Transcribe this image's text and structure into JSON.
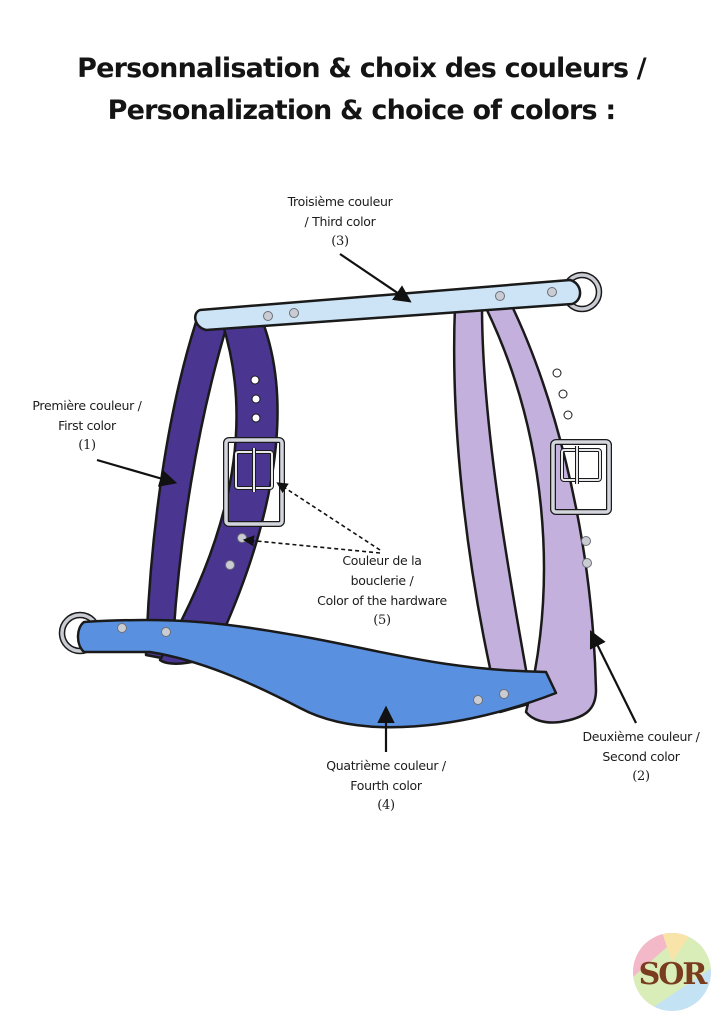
{
  "title": {
    "line1": "Personnalisation & choix des couleurs /",
    "line2": "Personalization & choice of colors :"
  },
  "labels": {
    "third": {
      "fr": "Troisième couleur",
      "en": "/ Third color",
      "num": "(3)"
    },
    "first": {
      "fr": "Première couleur /",
      "en": "First color",
      "num": "(1)"
    },
    "hardware": {
      "fr": "Couleur de la",
      "fr2": "bouclerie /",
      "en": "Color of the hardware",
      "num": "(5)"
    },
    "second": {
      "fr": "Deuxième couleur /",
      "en": "Second color",
      "num": "(2)"
    },
    "fourth": {
      "fr": "Quatrième couleur /",
      "en": "Fourth color",
      "num": "(4)"
    }
  },
  "colors": {
    "first": "#4a3590",
    "second": "#c4b0dc",
    "third": "#cde4f6",
    "fourth": "#5a90e0",
    "hardware": "#c9ccd3",
    "outline": "#1a1a1a"
  },
  "logo": {
    "text": "SOR"
  }
}
